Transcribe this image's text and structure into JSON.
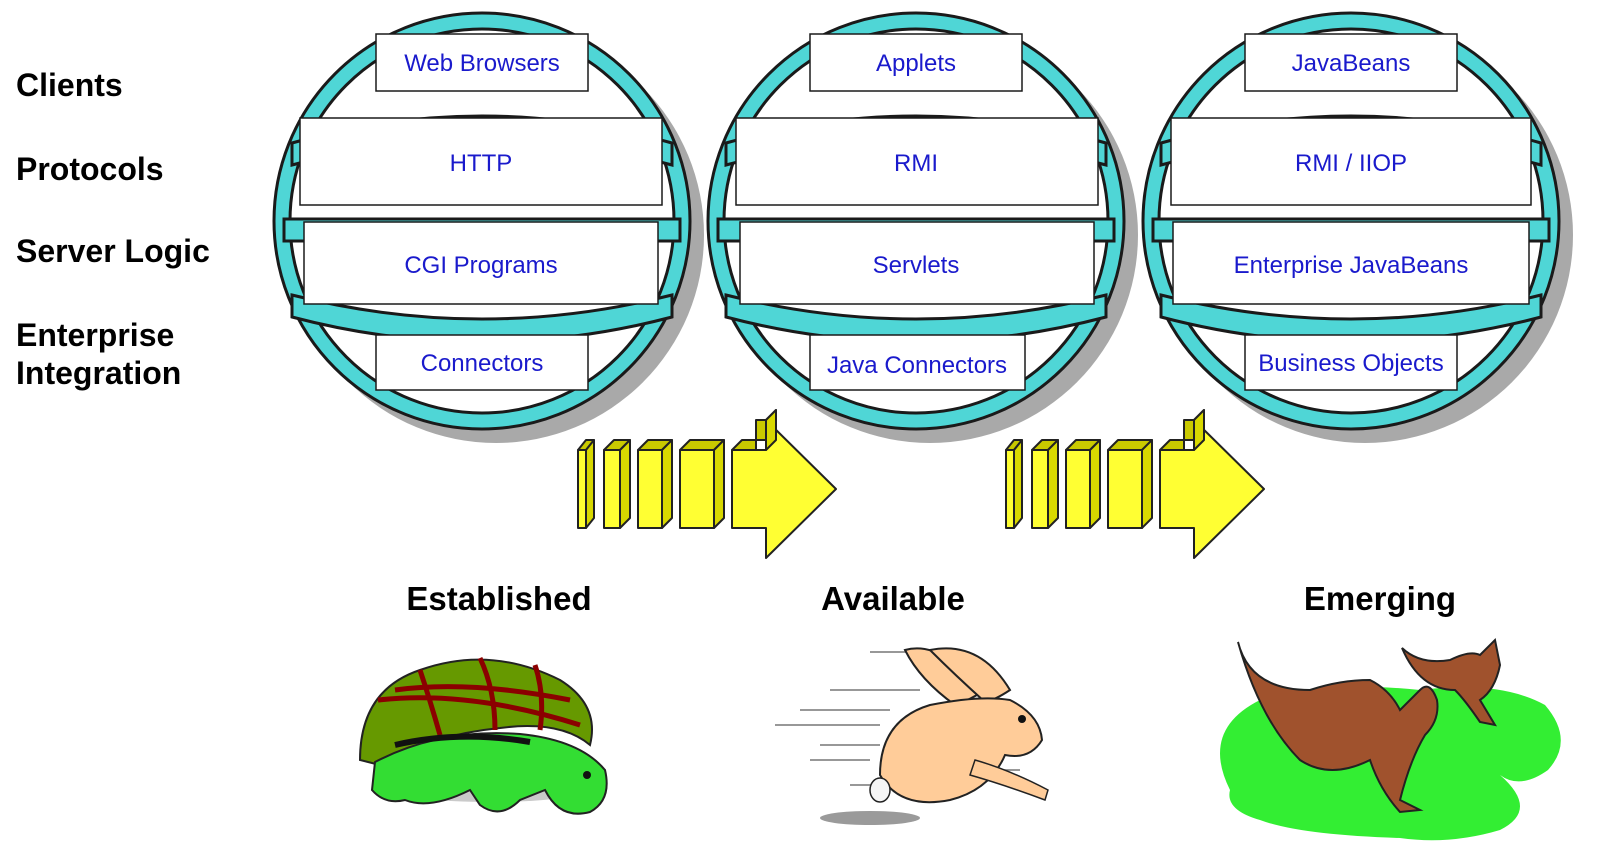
{
  "row_labels": {
    "clients": "Clients",
    "protocols": "Protocols",
    "server_logic": "Server Logic",
    "enterprise_integration": "Enterprise\nIntegration"
  },
  "columns": [
    {
      "clients": "Web Browsers",
      "protocols": "HTTP",
      "server_logic": "CGI Programs",
      "integration": "Connectors",
      "stage": "Established",
      "animal": "turtle-icon"
    },
    {
      "clients": "Applets",
      "protocols": "RMI",
      "server_logic": "Servlets",
      "integration": "Java Connectors",
      "stage": "Available",
      "animal": "rabbit-icon"
    },
    {
      "clients": "JavaBeans",
      "protocols": "RMI / IIOP",
      "server_logic": "Enterprise JavaBeans",
      "integration": "Business Objects",
      "stage": "Emerging",
      "animal": "kangaroo-icon"
    }
  ],
  "colors": {
    "ring": "#4fd6d6",
    "ring_stroke": "#1a1a1a",
    "shadow": "#a9a9a9",
    "box_text": "#1a1acc",
    "arrow": "#ffff33"
  }
}
